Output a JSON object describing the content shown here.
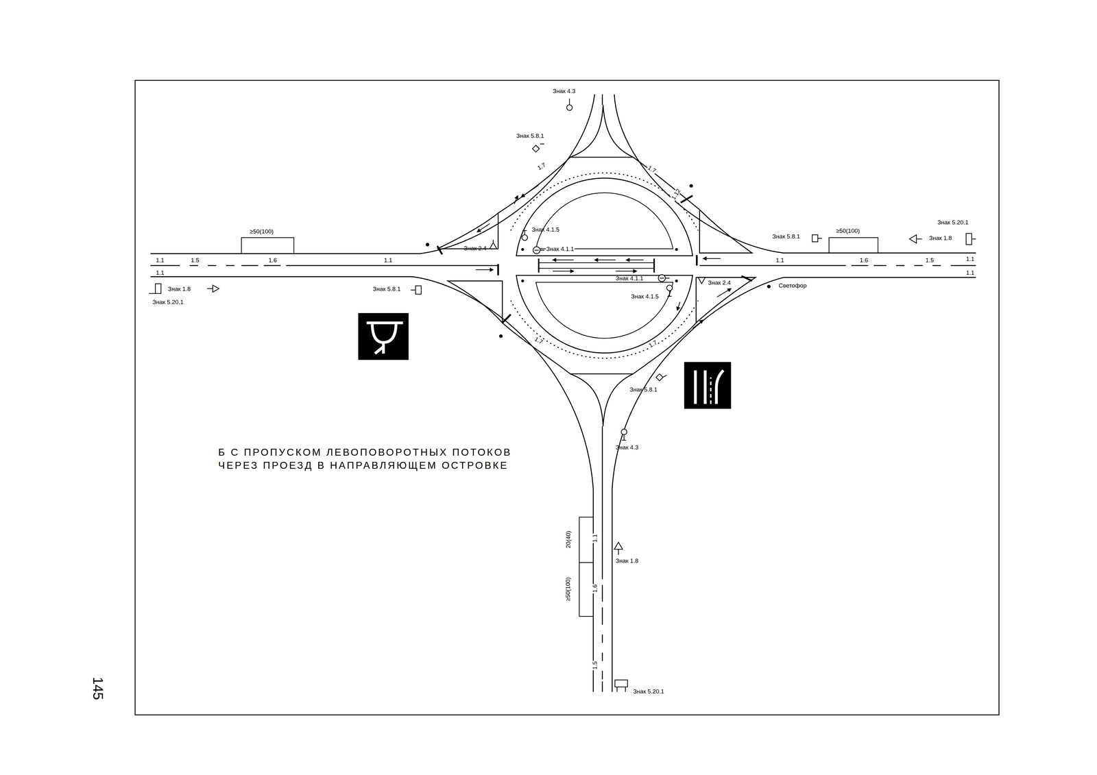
{
  "diagram": {
    "caption": "Б С ПРОПУСКОМ ЛЕВОПОВОРОТНЫХ ПОТОКОВ ЧЕРЕЗ ПРОЕЗД В НАПРАВЛЯЮЩЕМ ОСТРОВКЕ",
    "labels": [
      "Знак 4.3",
      "Знак 5.8.1",
      "1.7",
      "1.7",
      "1.12",
      "Знак 4.1.5",
      "Знак 4.1.1",
      "Знак 2.4",
      "≥50(100)",
      "1.1",
      "1.5",
      "1.6",
      "1.1",
      "1.1",
      "Знак 1.8",
      "Знак 5.20.1",
      "Знак 5.8.1",
      "Знак 4.1.1",
      "Знак 4.1.5",
      "Знак 2.4",
      "Светофор",
      "Знак 5.20.1",
      "Знак 1.8",
      "Знак 5.8.1",
      "≥50(100)",
      "1.1",
      "1.6",
      "1.5",
      "1.1",
      "1.1",
      "1.7",
      "1.7",
      "Знак 5.8.1",
      "Знак 4.3",
      "20(40)",
      "1.1",
      "Знак 1.8",
      "≥50(100)",
      "1.6",
      "1.5",
      "Знак 5.20.1",
      "145"
    ]
  }
}
